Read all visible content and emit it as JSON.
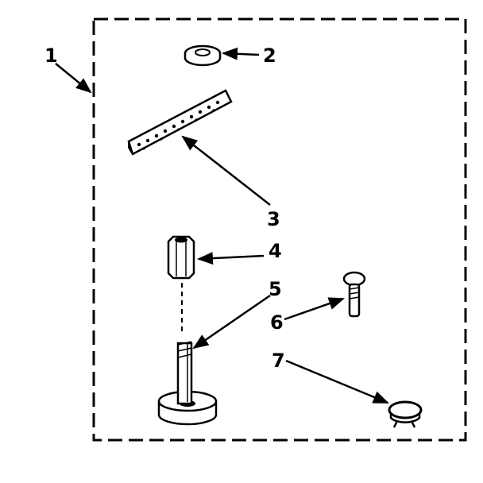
{
  "diagram": {
    "type": "exploded-parts-diagram",
    "callouts": {
      "kit": "1",
      "washer": "2",
      "strap": "3",
      "nut": "4",
      "foot": "5",
      "bolt": "6",
      "clamp": "7"
    },
    "parts": [
      "washer",
      "perforated-strap",
      "hex-nut",
      "leveling-foot",
      "bolt",
      "hose-clamp"
    ],
    "colors": {
      "ink": "#000000",
      "paper": "#ffffff"
    }
  }
}
